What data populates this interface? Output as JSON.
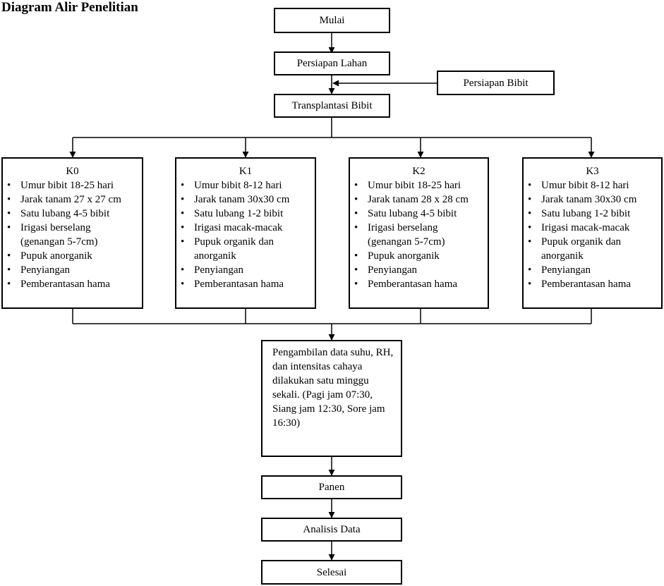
{
  "title": "Diagram Alir Penelitian",
  "nodes": {
    "start": "Mulai",
    "land_prep": "Persiapan Lahan",
    "seed_prep": "Persiapan Bibit",
    "transplant": "Transplantasi Bibit",
    "data_collection": "Pengambilan data suhu, RH, dan intensitas cahaya dilakukan satu minggu sekali. (Pagi jam 07:30, Siang jam 12:30, Sore jam 16:30)",
    "harvest": "Panen",
    "analysis": "Analisis Data",
    "end": "Selesai"
  },
  "treatments": [
    {
      "name": "K0",
      "items": [
        "Umur bibit 18-25 hari",
        "Jarak tanam 27 x 27 cm",
        "Satu lubang 4-5 bibit",
        "Irigasi berselang (genangan 5-7cm)",
        "Pupuk anorganik",
        "Penyiangan",
        "Pemberantasan hama"
      ]
    },
    {
      "name": "K1",
      "items": [
        "Umur bibit 8-12 hari",
        "Jarak tanam 30x30 cm",
        "Satu lubang 1-2 bibit",
        "Irigasi macak-macak",
        "Pupuk organik dan anorganik",
        "Penyiangan",
        "Pemberantasan hama"
      ]
    },
    {
      "name": "K2",
      "items": [
        "Umur bibit 18-25 hari",
        "Jarak tanam 28 x 28 cm",
        "Satu lubang 4-5 bibit",
        "Irigasi berselang (genangan 5-7cm)",
        "Pupuk anorganik",
        "Penyiangan",
        "Pemberantasan hama"
      ]
    },
    {
      "name": "K3",
      "items": [
        "Umur bibit 8-12 hari",
        "Jarak tanam 30x30 cm",
        "Satu lubang 1-2 bibit",
        "Irigasi macak-macak",
        "Pupuk organik dan anorganik",
        "Penyiangan",
        "Pemberantasan hama"
      ]
    }
  ]
}
